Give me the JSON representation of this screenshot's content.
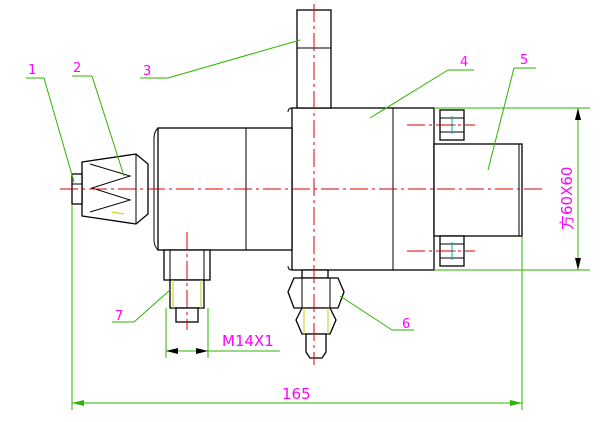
{
  "part_labels": [
    "1",
    "2",
    "3",
    "4",
    "5",
    "6",
    "7"
  ],
  "dimensions": {
    "overall_length": "165",
    "thread": "M14X1",
    "square_section": "方60X60"
  },
  "colors": {
    "label": "#ff00ff",
    "leader": "#2db400",
    "dimension_text": "#ff00ff",
    "centerline": "#d40000",
    "outline": "#000000",
    "thread": "#c8c800"
  }
}
